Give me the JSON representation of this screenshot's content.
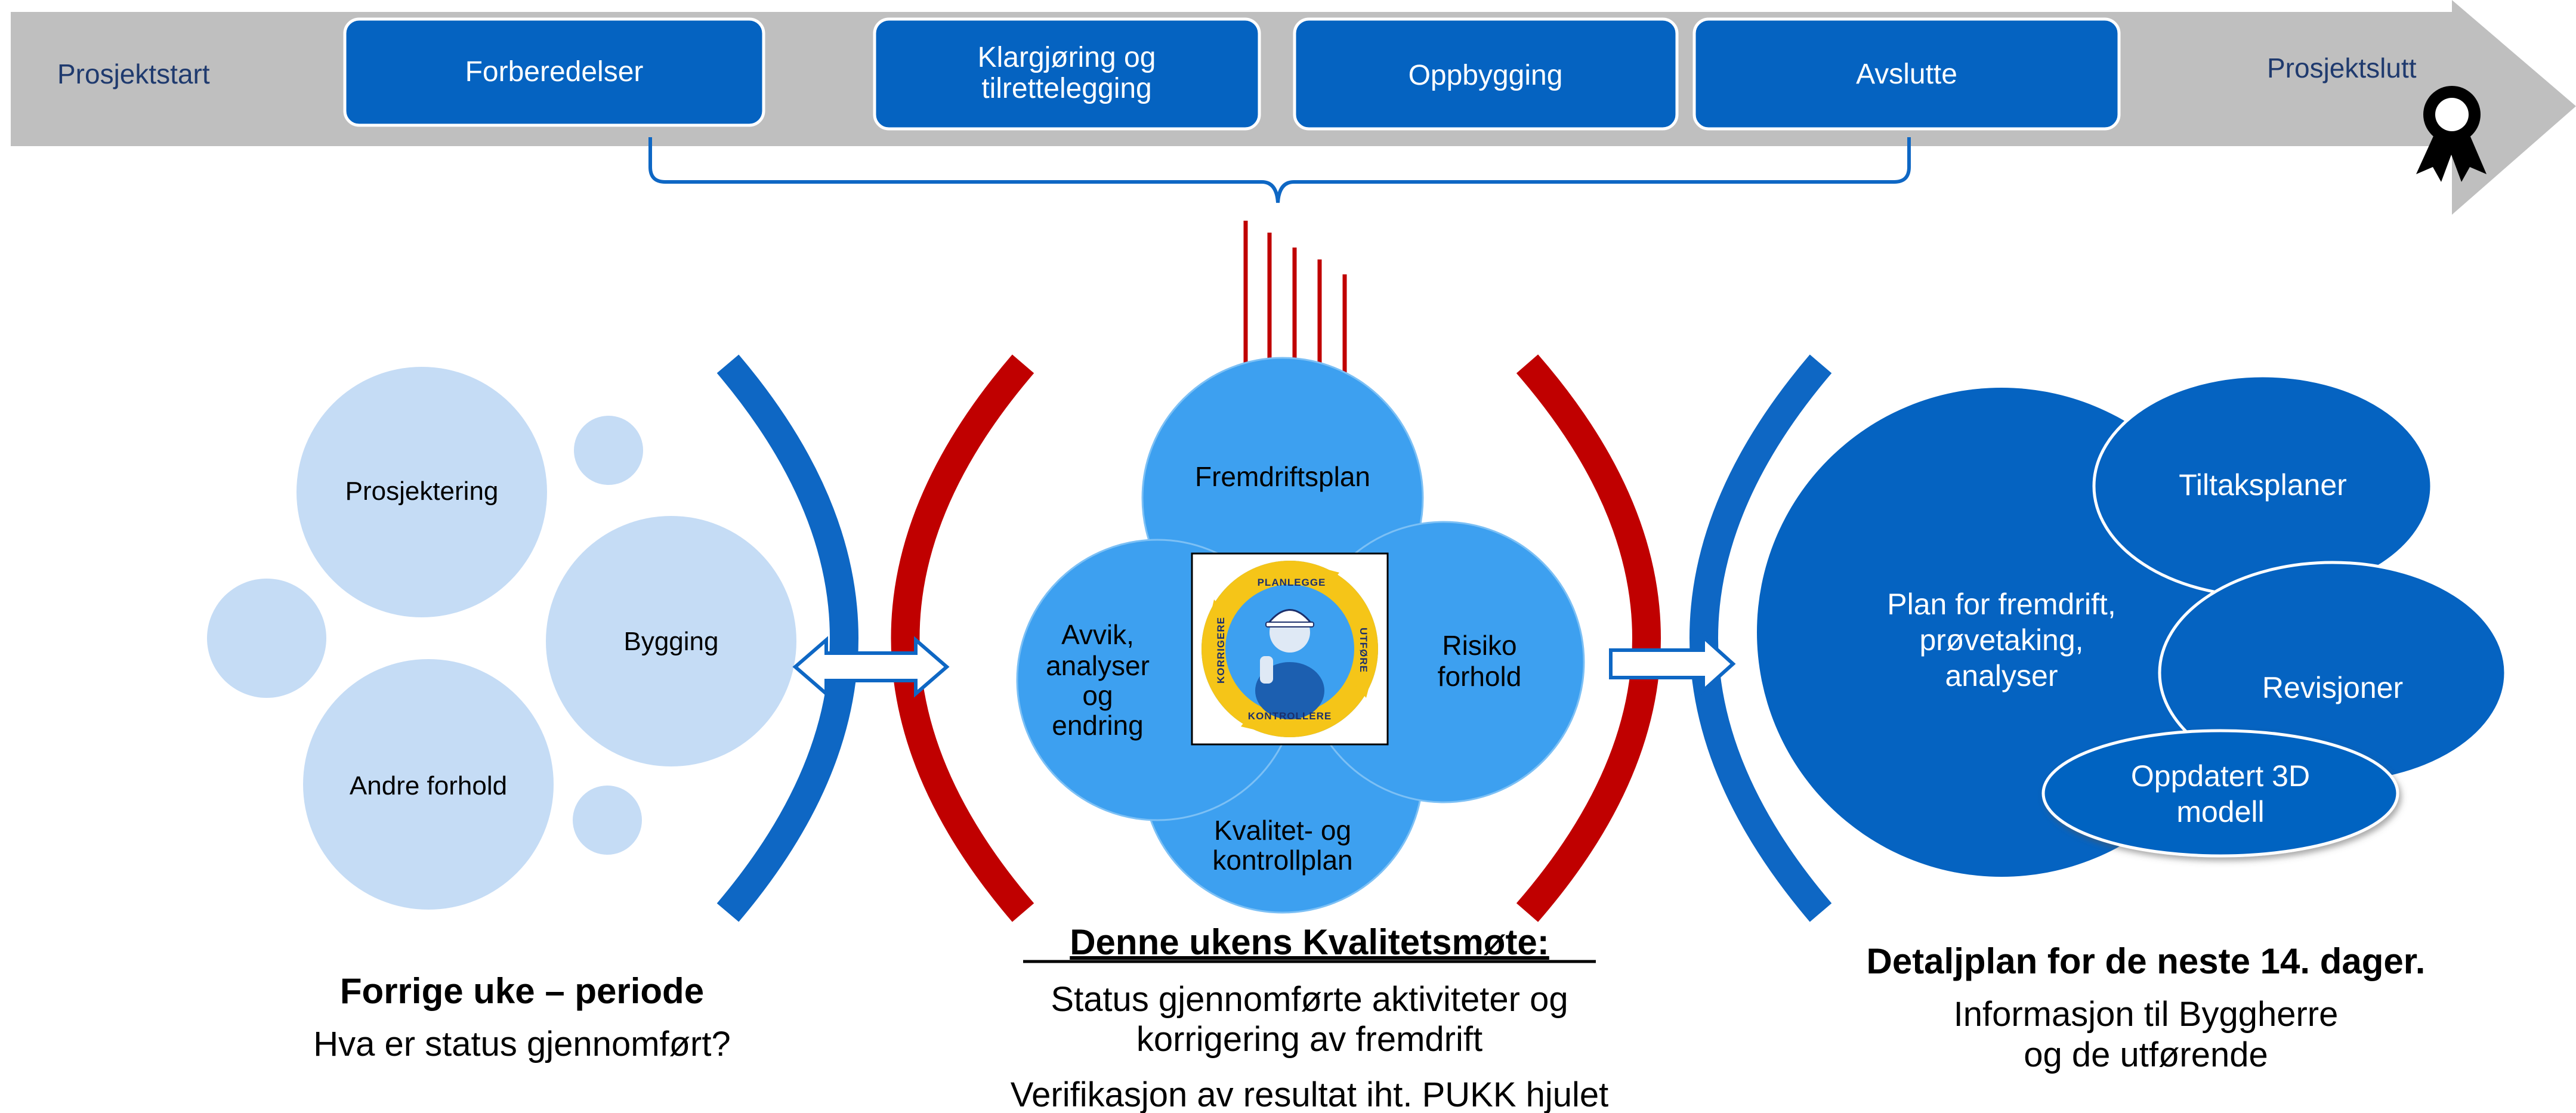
{
  "timeline": {
    "start": "Prosjektstart",
    "end": "Prosjektslutt",
    "phases": [
      {
        "label": "Forberedelser"
      },
      {
        "label_line1": "Klargjøring og",
        "label_line2": "tilrettelegging"
      },
      {
        "label": "Oppbygging"
      },
      {
        "label": "Avslutte"
      }
    ]
  },
  "left_group": {
    "bubbles": [
      "Prosjektering",
      "Bygging",
      "Andre forhold"
    ],
    "title": "Forrige uke – periode",
    "subtitle": "Hva er status gjennomført?"
  },
  "center_group": {
    "circles": {
      "top": "Fremdriftsplan",
      "left_lines": [
        "Avvik,",
        "analyser",
        "og",
        "endring"
      ],
      "right_lines": [
        "Risiko",
        "forhold"
      ],
      "bottom_lines": [
        "Kvalitet- og",
        "kontrollplan"
      ]
    },
    "wheel": {
      "top": "PLANLEGGE",
      "right": "UTFØRE",
      "bottom": "KONTROLLERE",
      "left": "KORRIGERE"
    },
    "title": "Denne ukens Kvalitetsmøte:",
    "line1": "Status gjennomførte aktiviteter og",
    "line2": "korrigering av fremdrift",
    "line3": "Verifikasjon av resultat iht. PUKK hjulet"
  },
  "right_group": {
    "main_lines": [
      "Plan for fremdrift,",
      "prøvetaking,",
      "analyser"
    ],
    "tiltak": "Tiltaksplaner",
    "revisjoner": "Revisjoner",
    "modell_lines": [
      "Oppdatert 3D",
      "modell"
    ],
    "title": "Detaljplan for de neste 14. dager.",
    "line1": "Informasjon til Byggherre",
    "line2": "og de utførende"
  },
  "colors": {
    "timeline_gray": "#bfbfbf",
    "phase_blue": "#0563c1",
    "light_blue": "#c5dcf5",
    "mid_blue": "#3da0f0",
    "dark_blue": "#0563c1",
    "arc_blue": "#0e67c4",
    "arc_red": "#c00000",
    "wheel_yellow": "#f5c518"
  }
}
